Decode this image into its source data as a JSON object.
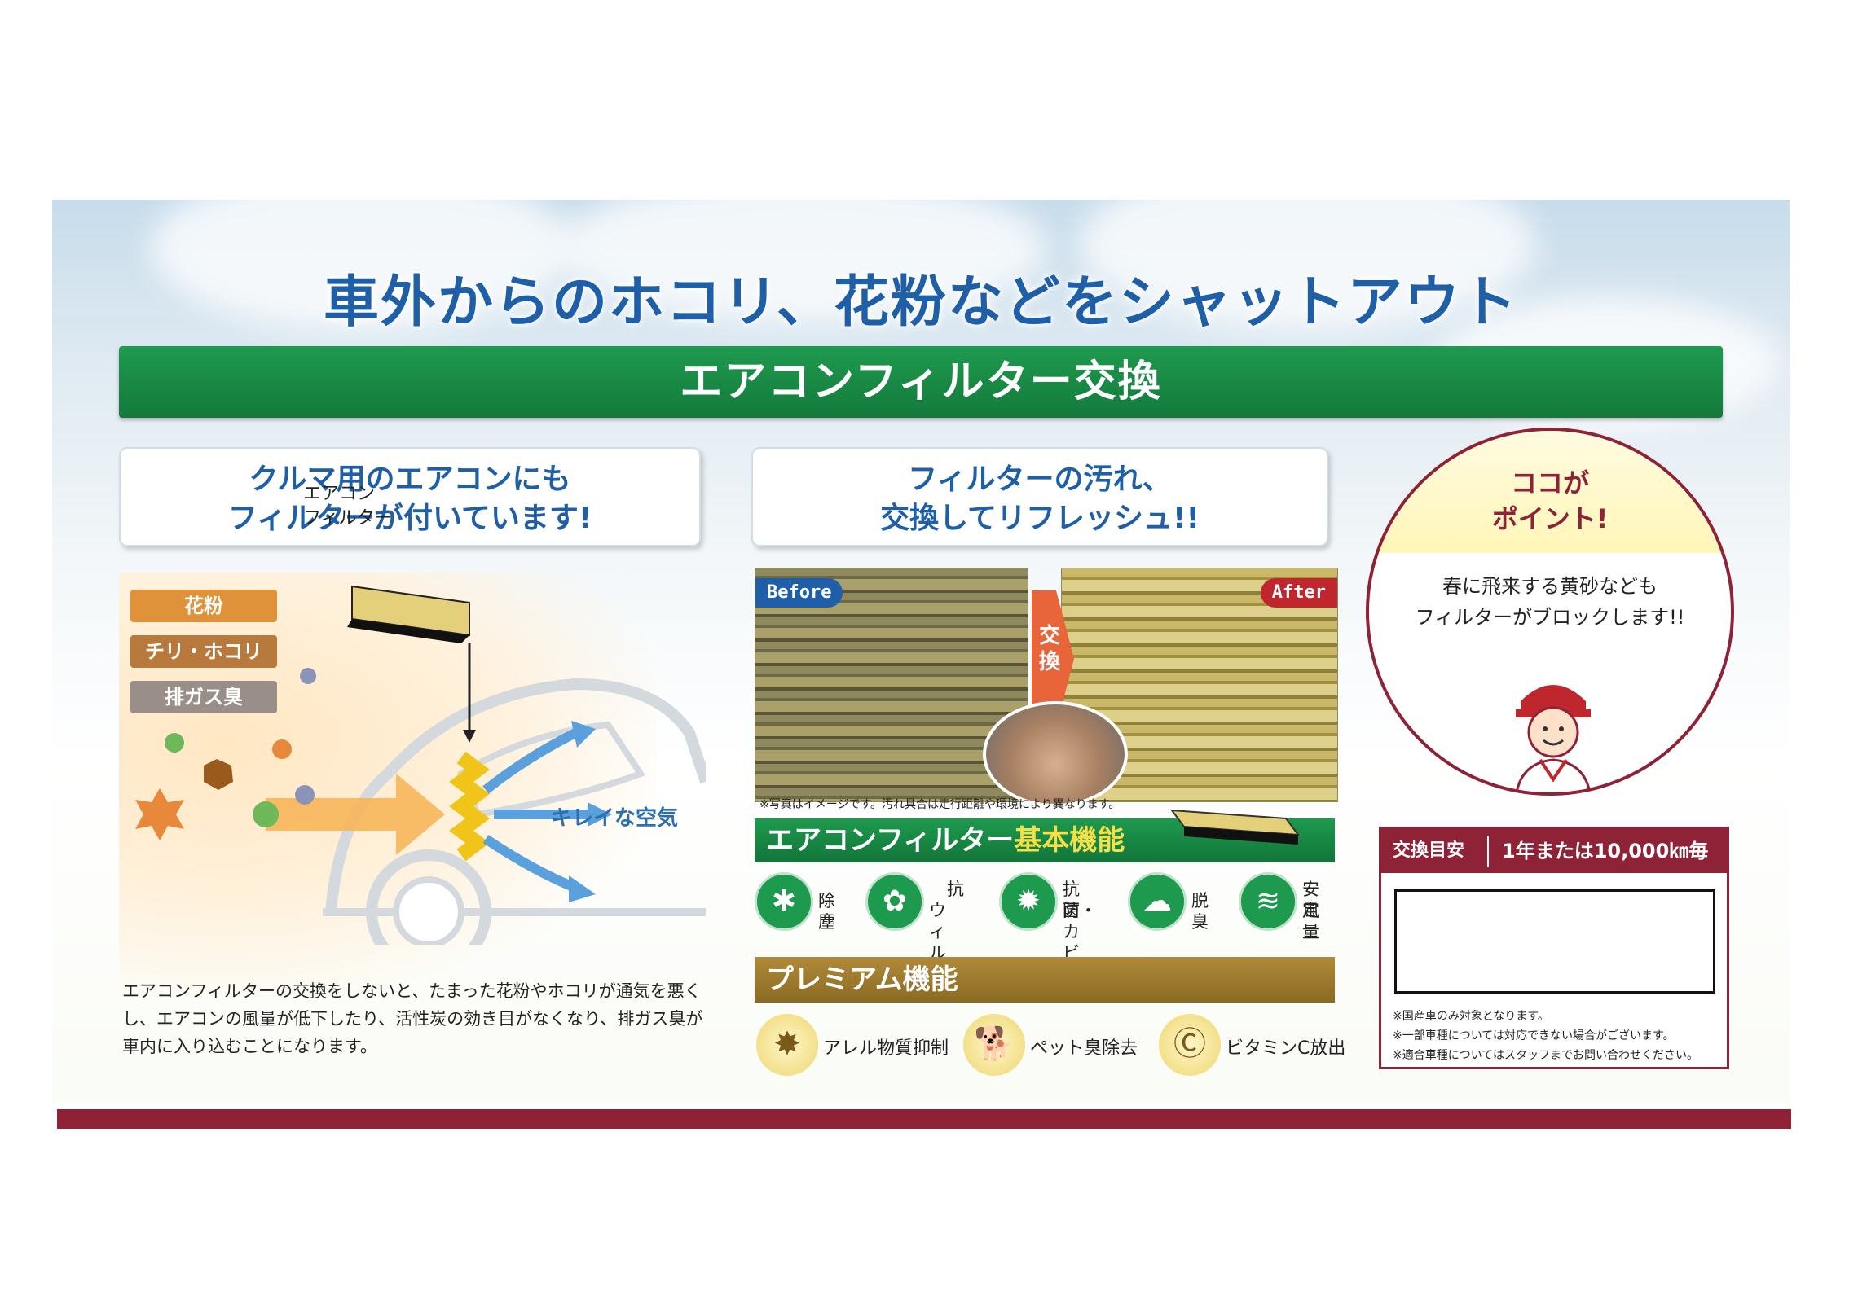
{
  "headline": "車外からのホコリ、花粉などをシャットアウト",
  "banner": "エアコンフィルター交換",
  "left": {
    "bubble_line1": "クルマ用のエアコンにも",
    "bubble_line2": "フィルターが付いています!",
    "tags": [
      "花粉",
      "チリ・ホコリ",
      "排ガス臭"
    ],
    "filter_label_line1": "エアコン",
    "filter_label_line2": "フィルター",
    "clean_air": "キレイな空気",
    "description": "エアコンフィルターの交換をしないと、たまった花粉やホコリが通気を悪くし、エアコンの風量が低下したり、活性炭の効き目がなくなり、排ガス臭が車内に入り込むことになります。"
  },
  "center": {
    "bubble_line1": "フィルターの汚れ、",
    "bubble_line2": "交換してリフレッシュ!!",
    "before": "Before",
    "after": "After",
    "exchange": "交換",
    "photo_note": "※写真はイメージです。汚れ具合は走行距離や環境により異なります。",
    "func_title_a": "エアコンフィルター",
    "func_title_b": "基本機能",
    "functions": [
      {
        "icon": "dust-icon",
        "line1": "除塵",
        "line2": ""
      },
      {
        "icon": "virus-icon",
        "line1": "抗",
        "line2": "ウィルス"
      },
      {
        "icon": "bacteria-icon",
        "line1": "抗菌・",
        "line2": "防カビ"
      },
      {
        "icon": "deodorize-icon",
        "line1": "脱臭",
        "line2": ""
      },
      {
        "icon": "airflow-icon",
        "line1": "安定",
        "line2": "風量"
      }
    ],
    "premium_title": "プレミアム機能",
    "premium": [
      {
        "icon": "allergen-icon",
        "label": "アレル物質抑制"
      },
      {
        "icon": "dog-icon",
        "label": "ペット臭除去"
      },
      {
        "icon": "vitamin-c-icon",
        "label": "ビタミンC放出"
      }
    ]
  },
  "right": {
    "point_line1": "ココが",
    "point_line2": "ポイント!",
    "point_text1": "春に飛来する黄砂なども",
    "point_text2": "フィルターがブロックします!!",
    "interval_key": "交換目安",
    "interval_value": "1年または10,000㎞毎",
    "notes": [
      "※国産車のみ対象となります。",
      "※一部車種については対応できない場合がございます。",
      "※適合車種についてはスタッフまでお問い合わせください。"
    ]
  },
  "colors": {
    "blue_text": "#1f5fa8",
    "green": "#1e9a4e",
    "maroon": "#8e2236",
    "gold": "#a07c2e",
    "tag_orange": "#e0923a",
    "tag_brown": "#b87a3c",
    "tag_gray": "#9a8f88"
  }
}
